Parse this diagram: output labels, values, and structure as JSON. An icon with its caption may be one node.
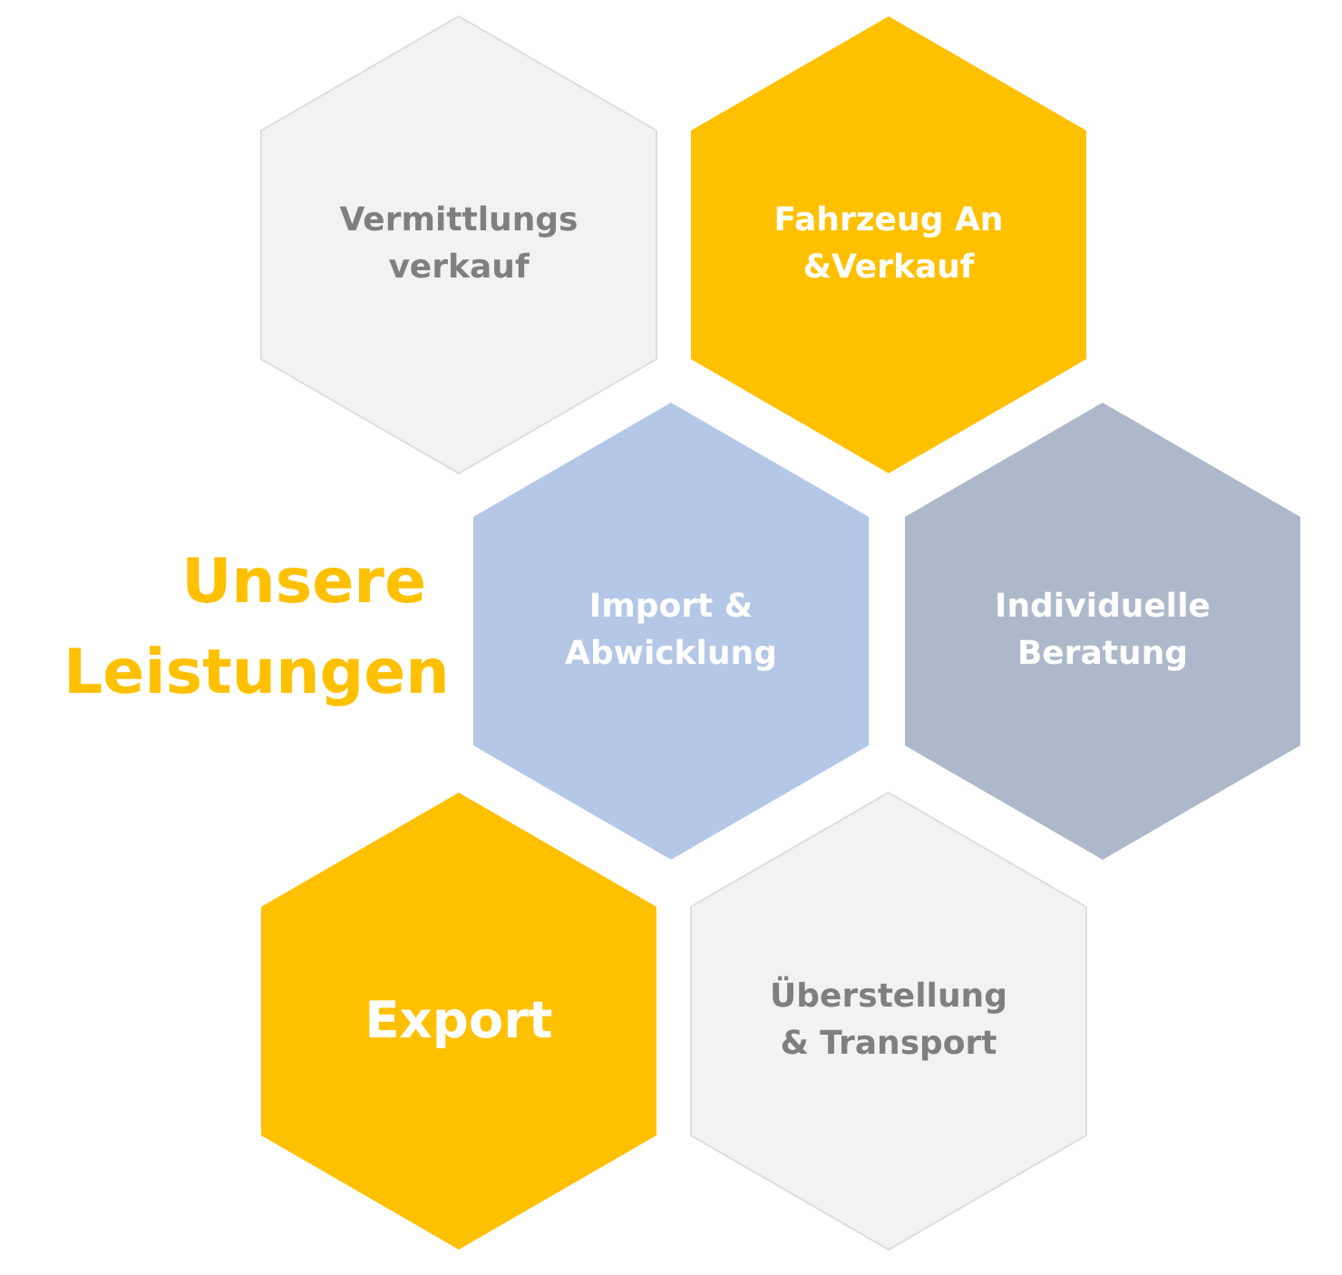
{
  "diagram": {
    "title": "Unsere Leistungen",
    "nodes": [
      {
        "text": [
          "Vermittlungs verkauf"
        ]
      },
      {
        "text": [
          "Fahrzeug An &Verkauf"
        ]
      },
      {
        "text": [
          "Import & Abwicklung"
        ]
      },
      {
        "text": [
          "Individuelle Beratung"
        ]
      },
      {
        "text": [
          "Export"
        ]
      },
      {
        "text": [
          "Überstellung & Transport"
        ]
      }
    ]
  }
}
